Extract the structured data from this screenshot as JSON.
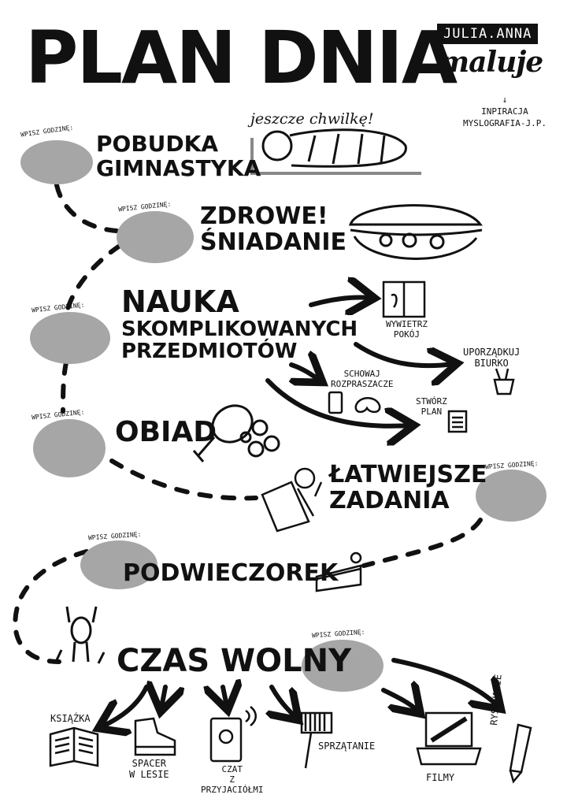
{
  "title": "PLAN DNIA",
  "brand": {
    "box": "JULIA.ANNA",
    "script": "maluje",
    "inspiration_line1": "INPIRACJA",
    "inspiration_line2": "MYSLOGRAFIA-J.P."
  },
  "slot_hint": "WPISZ GODZINĘ:",
  "schedule": {
    "wake_line1": "POBUDKA",
    "wake_line2": "GIMNASTYKA",
    "wake_bubble": "jeszcze chwilkę!",
    "breakfast_line1": "ZDROWE!",
    "breakfast_line2": "ŚNIADANIE",
    "study_line1": "NAUKA",
    "study_line2": "SKOMPLIKOWANYCH",
    "study_line3": "PRZEDMIOTÓW",
    "lunch": "OBIAD",
    "easy_line1": "ŁATWIEJSZE",
    "easy_line2": "ZADANIA",
    "snack": "PODWIECZOREK",
    "free": "CZAS WOLNY"
  },
  "study_tips": {
    "air_line1": "WYWIETRZ",
    "air_line2": "POKÓJ",
    "desk_line1": "UPORZĄDKUJ",
    "desk_line2": "BIURKO",
    "hide_line1": "SCHOWAJ",
    "hide_line2": "ROZPRASZACZE",
    "plan_line1": "STWÓRZ",
    "plan_line2": "PLAN"
  },
  "free_time": {
    "book": "KSIĄŻKA",
    "walk_line1": "SPACER",
    "walk_line2": "W LESIE",
    "chat_line1": "CZAT",
    "chat_line2": "Z",
    "chat_line3": "PRZYJACIÓŁMI",
    "cleaning": "SPRZĄTANIE",
    "movies": "FILMY",
    "drawing": "RYSOWANIE"
  }
}
